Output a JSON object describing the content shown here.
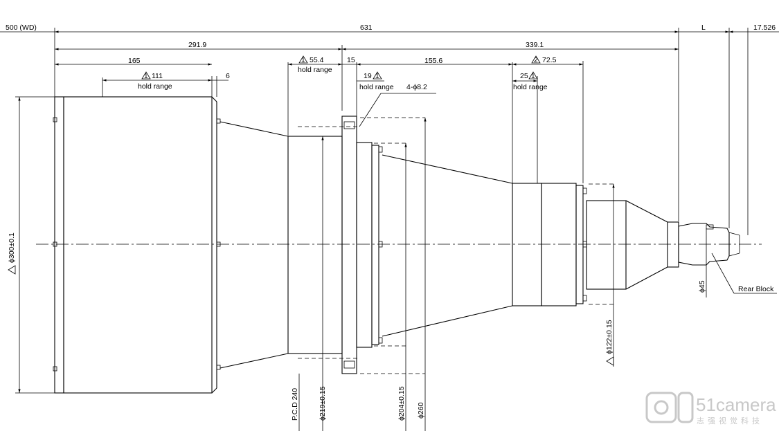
{
  "dimensions": {
    "top": {
      "wd": "500 (WD)",
      "total": "631",
      "l": "L",
      "rear": "17.526"
    },
    "second": {
      "left": "291.9",
      "right": "339.1"
    },
    "third": {
      "front": "165",
      "hold_111": "111",
      "six": "6",
      "hold_55": "55.4",
      "fifteen": "15",
      "nineteen": "19",
      "mid": "155.6",
      "twentyfive": "25",
      "seventytwo": "72.5"
    },
    "labels": {
      "hold_range": "hold range",
      "holes": "4-ϕ8.2",
      "diam_300": "ϕ300±0.1",
      "pcd": "P.C.D 240",
      "diam_219": "ϕ219±0.15",
      "diam_204": "ϕ204±0.15",
      "diam_260": "ϕ260",
      "diam_122": "ϕ122±0.15",
      "diam_45": "ϕ45",
      "rear_block": "Rear Block"
    },
    "markers": {
      "tri1": "1",
      "tri2": "2"
    }
  },
  "watermark": {
    "brand": "51camera",
    "sub": "志强视觉科技"
  }
}
